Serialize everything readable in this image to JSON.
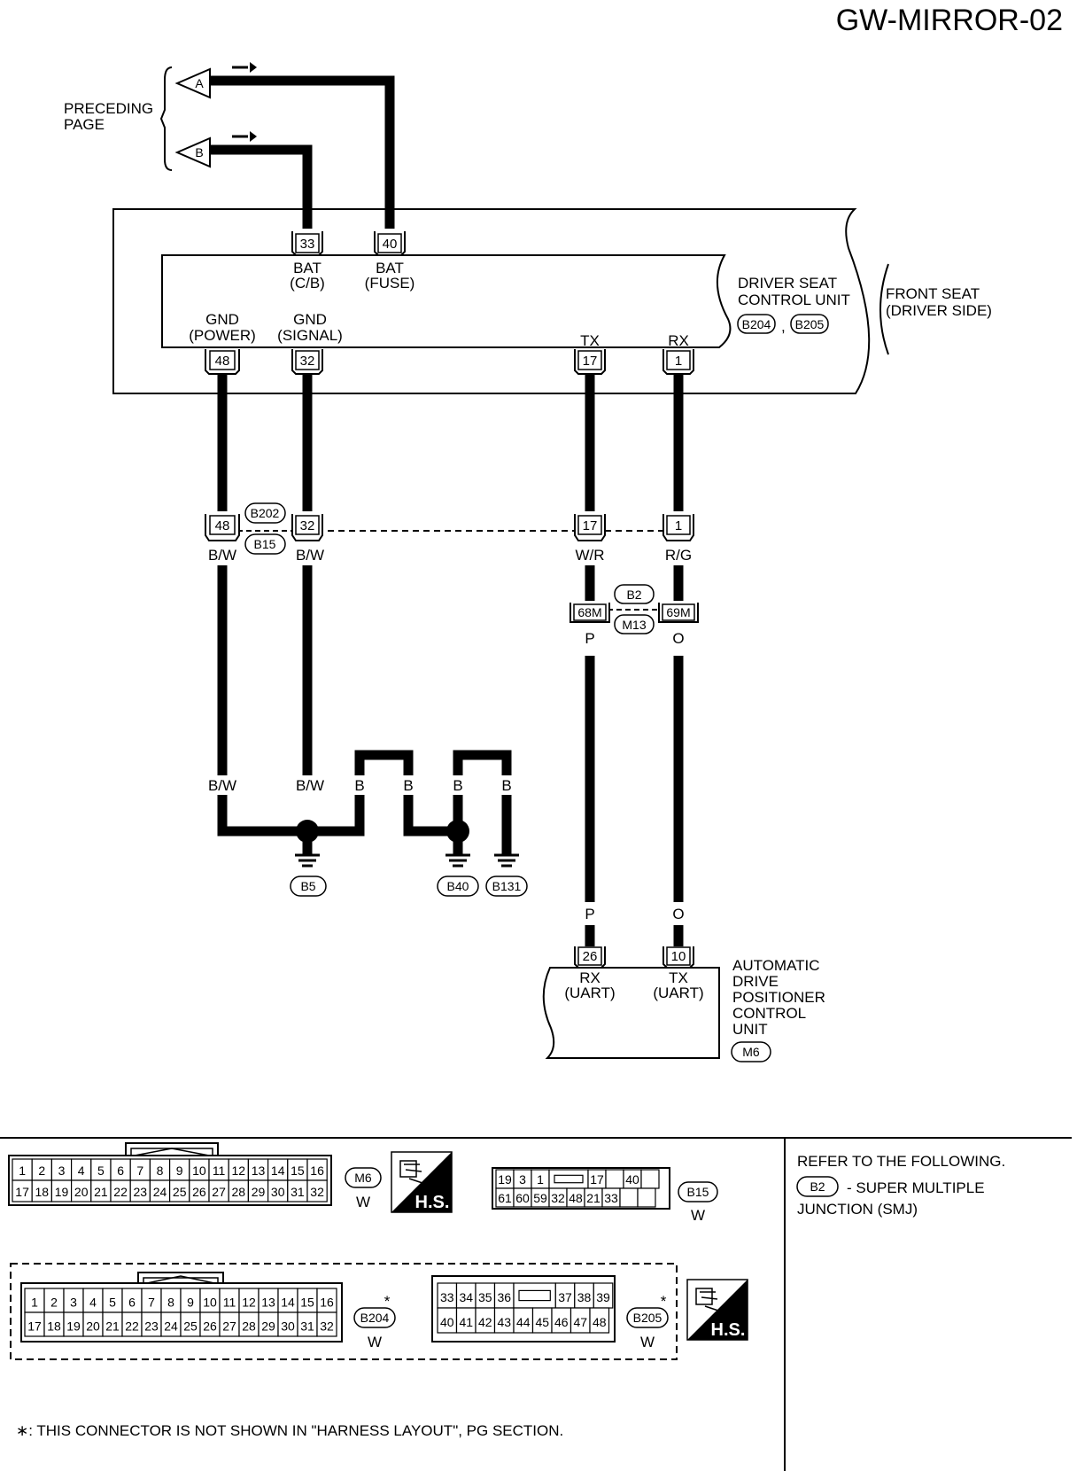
{
  "page_title": "GW-MIRROR-02",
  "preceding": {
    "line1": "PRECEDING",
    "line2": "PAGE",
    "a": "A",
    "b": "B"
  },
  "unit": {
    "bat_cb_pin": "33",
    "bat_cb_l1": "BAT",
    "bat_cb_l2": "(C/B)",
    "bat_fuse_pin": "40",
    "bat_fuse_l1": "BAT",
    "bat_fuse_l2": "(FUSE)",
    "gnd_pow_pin": "48",
    "gnd_pow_l1": "GND",
    "gnd_pow_l2": "(POWER)",
    "gnd_sig_pin": "32",
    "gnd_sig_l1": "GND",
    "gnd_sig_l2": "(SIGNAL)",
    "tx_pin": "17",
    "tx_label": "TX",
    "rx_pin": "1",
    "rx_label": "RX",
    "name1": "DRIVER SEAT",
    "name2": "CONTROL UNIT",
    "conn1": "B204",
    "conn_sep": ",",
    "conn2": "B205",
    "seat1": "FRONT SEAT",
    "seat2": "(DRIVER SIDE)"
  },
  "junction1": {
    "pins": [
      "48",
      "32",
      "17",
      "1"
    ],
    "conn_top": "B202",
    "conn_bottom": "B15"
  },
  "wires": {
    "bw1": "B/W",
    "bw2": "B/W",
    "wr": "W/R",
    "rg": "R/G",
    "p": "P",
    "o": "O",
    "b": "B"
  },
  "junction2": {
    "pin_a": "68M",
    "pin_b": "69M",
    "conn_top": "B2",
    "conn_bottom": "M13"
  },
  "grounds": {
    "g1": "B5",
    "g2": "B40",
    "g3": "B131"
  },
  "adp": {
    "rx_pin": "26",
    "rx_l1": "RX",
    "rx_l2": "(UART)",
    "tx_pin": "10",
    "tx_l1": "TX",
    "tx_l2": "(UART)",
    "name": [
      "AUTOMATIC",
      "DRIVE",
      "POSITIONER",
      "CONTROL",
      "UNIT"
    ],
    "conn": "M6"
  },
  "connectors": {
    "m6": {
      "row1": [
        "1",
        "2",
        "3",
        "4",
        "5",
        "6",
        "7",
        "8",
        "9",
        "10",
        "11",
        "12",
        "13",
        "14",
        "15",
        "16"
      ],
      "row2": [
        "17",
        "18",
        "19",
        "20",
        "21",
        "22",
        "23",
        "24",
        "25",
        "26",
        "27",
        "28",
        "29",
        "30",
        "31",
        "32"
      ],
      "id": "M6",
      "color": "W"
    },
    "b15": {
      "row1": [
        "19",
        "3",
        "1",
        "",
        "17",
        "",
        "40",
        ""
      ],
      "row2": [
        "61",
        "60",
        "59",
        "32",
        "48",
        "21",
        "33",
        "",
        ""
      ],
      "id": "B15",
      "color": "W"
    },
    "b204": {
      "row1": [
        "1",
        "2",
        "3",
        "4",
        "5",
        "6",
        "7",
        "8",
        "9",
        "10",
        "11",
        "12",
        "13",
        "14",
        "15",
        "16"
      ],
      "row2": [
        "17",
        "18",
        "19",
        "20",
        "21",
        "22",
        "23",
        "24",
        "25",
        "26",
        "27",
        "28",
        "29",
        "30",
        "31",
        "32"
      ],
      "id": "B204",
      "color": "W",
      "star": "*"
    },
    "b205": {
      "row1": [
        "33",
        "34",
        "35",
        "36",
        "",
        "37",
        "38",
        "39"
      ],
      "row2": [
        "40",
        "41",
        "42",
        "43",
        "44",
        "45",
        "46",
        "47",
        "48"
      ],
      "id": "B205",
      "color": "W",
      "star": "*"
    },
    "hs": "H.S."
  },
  "refer": {
    "line1": "REFER TO THE FOLLOWING.",
    "conn": "B2",
    "line2": "- SUPER MULTIPLE",
    "line3": "JUNCTION (SMJ)"
  },
  "footnote": "∗: THIS CONNECTOR IS NOT SHOWN IN \"HARNESS LAYOUT\", PG SECTION."
}
